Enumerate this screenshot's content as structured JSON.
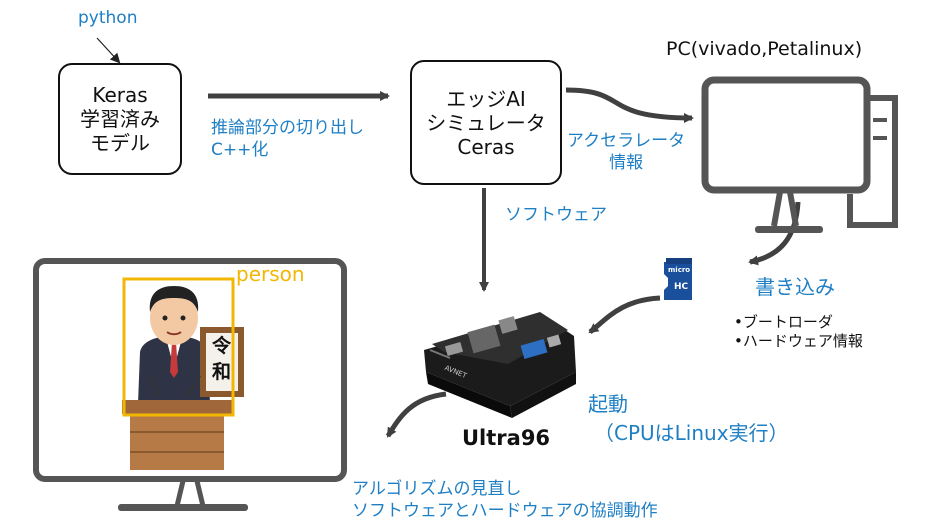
{
  "keras_box": {
    "lines": [
      "Keras",
      "学習済み",
      "モデル"
    ]
  },
  "python_label": "python",
  "extract_label": {
    "line1": "推論部分の切り出し",
    "line2": "C++化"
  },
  "ceras_box": {
    "lines": [
      "エッジAI",
      "シミュレータ",
      "Ceras"
    ]
  },
  "pc_label": "PC(vivado,Petalinux)",
  "accel_label": {
    "line1": "アクセラレータ",
    "line2": "情報"
  },
  "software_label": "ソフトウェア",
  "write_label": "書き込み",
  "write_items": [
    "•ブートローダ",
    "•ハードウェア情報"
  ],
  "sd_card": {
    "brand": "micro",
    "type": "HC"
  },
  "board_brand": "AVNET",
  "ultra96_label": "Ultra96",
  "boot_label": {
    "line1": "起動",
    "line2": "（CPUはLinux実行）"
  },
  "person_label": "person",
  "sign_text": [
    "令",
    "和"
  ],
  "bottom_note": {
    "line1": "アルゴリズムの見直し",
    "line2": "ソフトウェアとハードウェアの協調動作"
  },
  "colors": {
    "accent_blue": "#1f7fc4",
    "detect_yellow": "#f2b705",
    "arrow_gray": "#404040"
  }
}
